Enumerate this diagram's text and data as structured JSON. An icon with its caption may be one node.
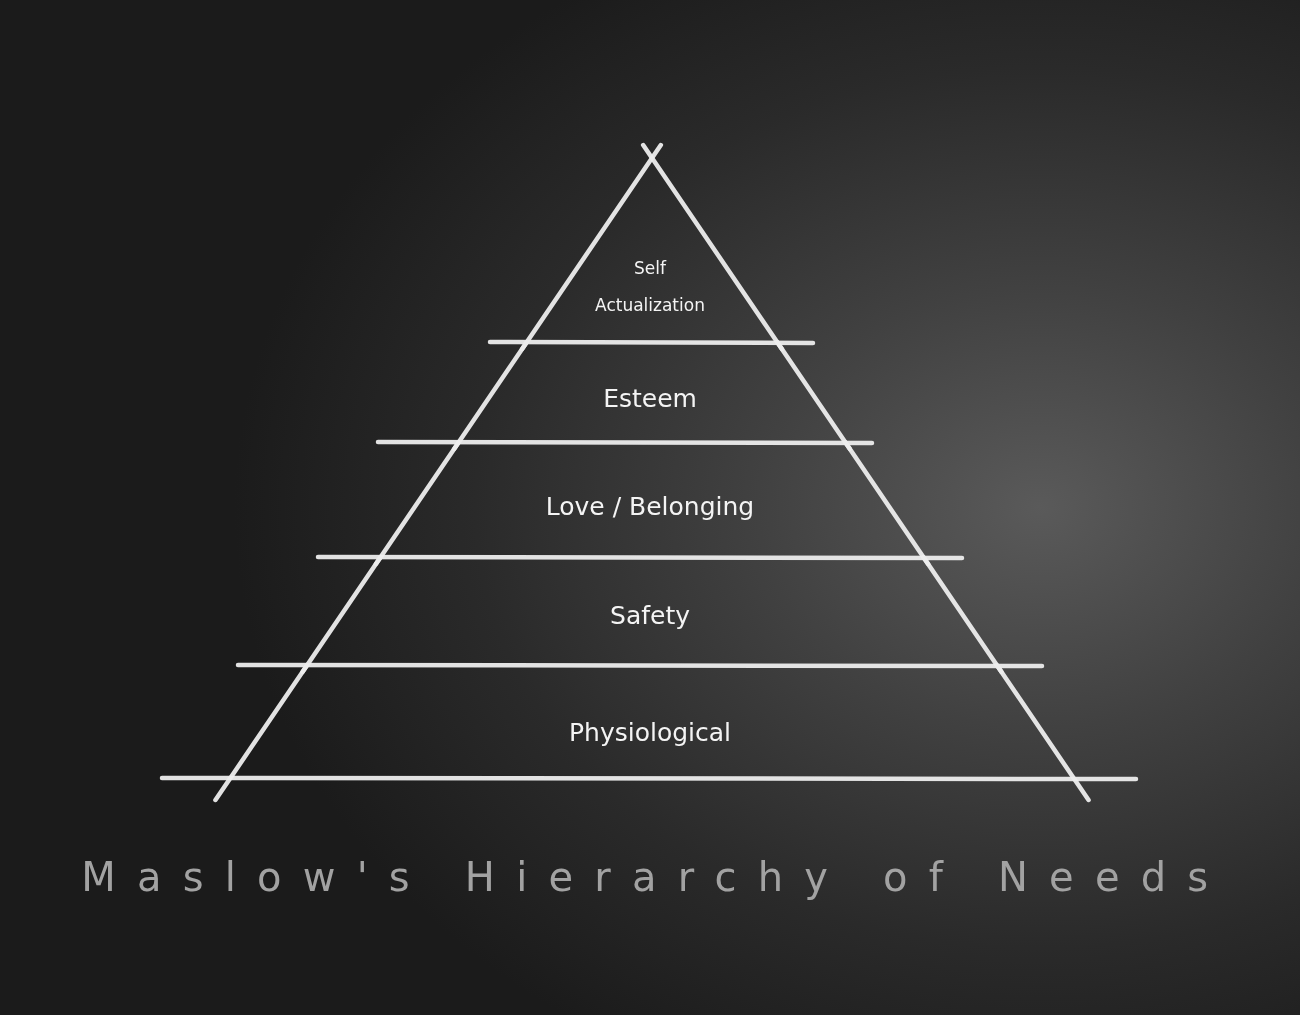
{
  "diagram": {
    "title": "Maslow's Hierarchy of Needs",
    "nodes": [
      {
        "text": [
          "Self Actualization"
        ]
      },
      {
        "text": [
          "Esteem"
        ]
      },
      {
        "text": [
          "Love / Belonging"
        ]
      },
      {
        "text": [
          "Safety"
        ]
      },
      {
        "text": [
          "Physiological"
        ]
      }
    ]
  }
}
